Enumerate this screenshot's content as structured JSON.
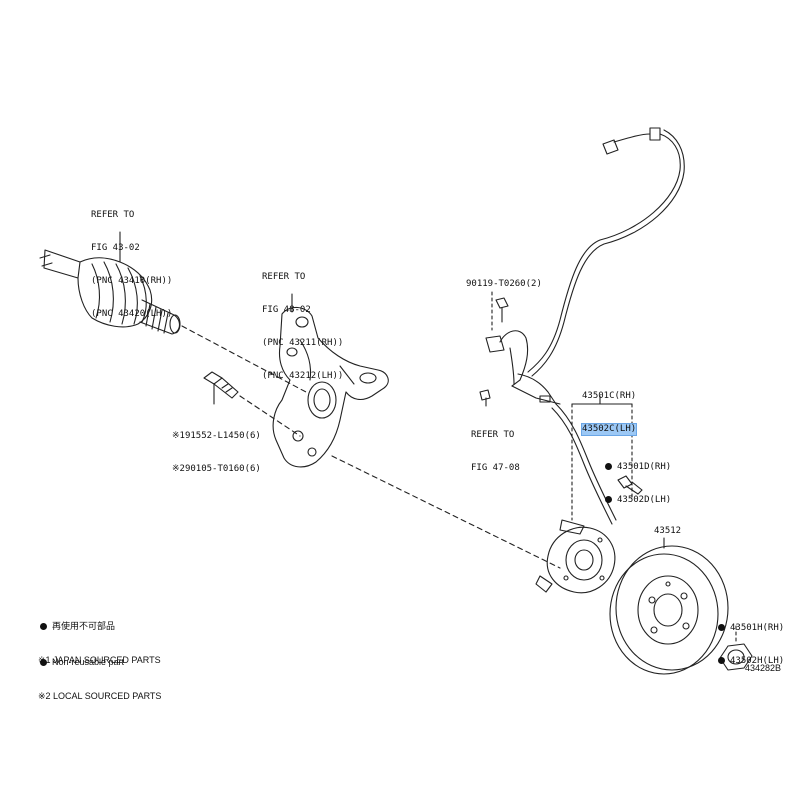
{
  "drive_shaft_ref": {
    "line1": "REFER TO",
    "line2": "FIG 43-02",
    "line3": "(PNC 43410(RH))",
    "line4": "(PNC 43420(LH))"
  },
  "knuckle_ref": {
    "line1": "REFER TO",
    "line2": "FIG 48-02",
    "line3": "(PNC 43211(RH))",
    "line4": "(PNC 43212(LH))"
  },
  "bolt_parts": {
    "line1": "※191552-L1450(6)",
    "line2": "※290105-T0160(6)"
  },
  "clip_part": "90119-T0260(2)",
  "sensor_ref": {
    "line1": "REFER TO",
    "line2": "FIG 47-08"
  },
  "hub_assy": {
    "rh": "43501C(RH)",
    "lh": "43502C(LH)"
  },
  "hub_bolt": {
    "rh": "43501D(RH)",
    "lh": "43502D(LH)"
  },
  "disc": "43512",
  "hub_nut": {
    "rh": "43501H(RH)",
    "lh": "43502H(LH)"
  },
  "legend": {
    "item1": "再使用不可部品",
    "item2": "Non-reusable part",
    "note1": "※1 JAPAN SOURCED PARTS",
    "note2": "※2 LOCAL SOURCED PARTS"
  },
  "figure_id": "434282B",
  "colors": {
    "highlight": "#9cc8f5",
    "line": "#222222"
  }
}
